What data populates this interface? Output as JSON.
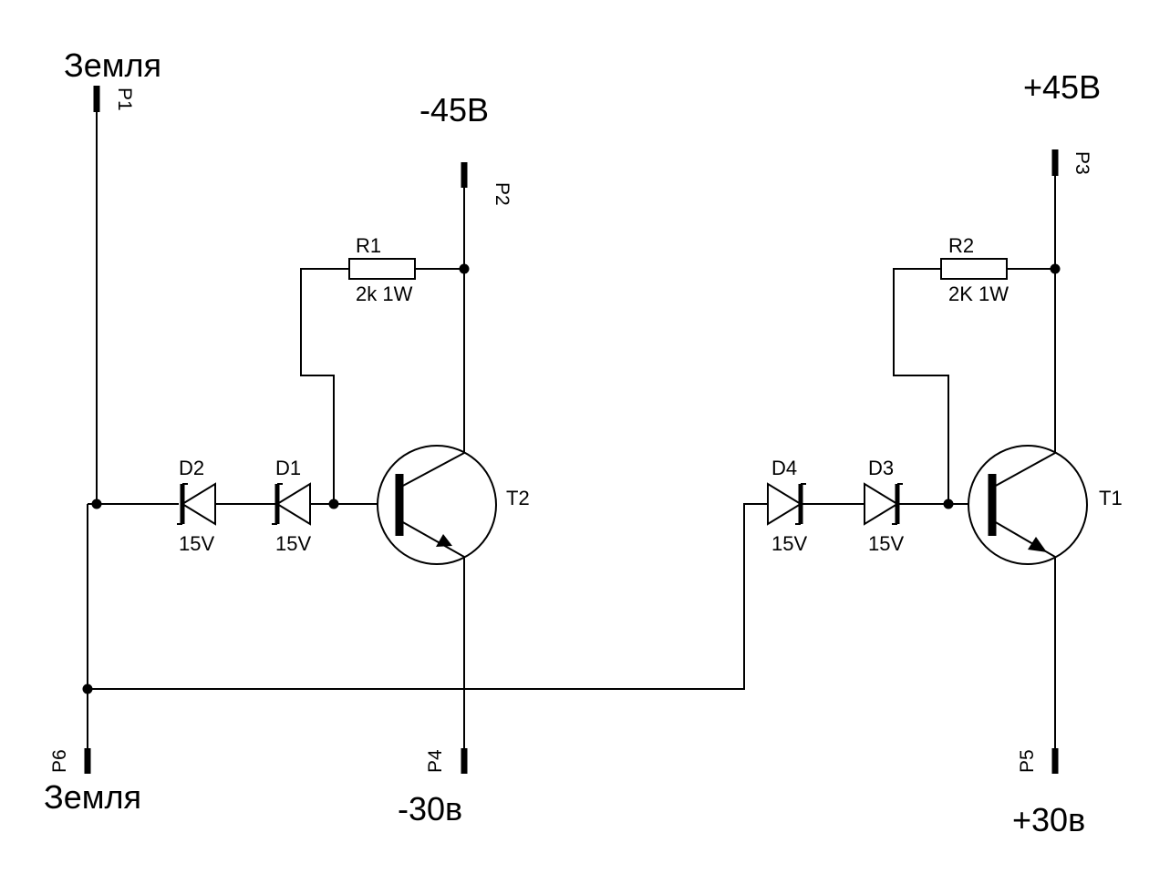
{
  "colors": {
    "ink": "#000000",
    "background": "#ffffff"
  },
  "rails": {
    "ground_top": "Земля",
    "ground_bottom": "Земля",
    "neg45": "-45В",
    "pos45": "+45В",
    "neg30": "-30в",
    "pos30": "+30в"
  },
  "pins": {
    "p1": "P1",
    "p2": "P2",
    "p3": "P3",
    "p4": "P4",
    "p5": "P5",
    "p6": "P6"
  },
  "resistors": {
    "r1": {
      "ref": "R1",
      "value": "2k 1W"
    },
    "r2": {
      "ref": "R2",
      "value": "2K 1W"
    }
  },
  "diodes": {
    "d1": {
      "ref": "D1",
      "value": "15V"
    },
    "d2": {
      "ref": "D2",
      "value": "15V"
    },
    "d3": {
      "ref": "D3",
      "value": "15V"
    },
    "d4": {
      "ref": "D4",
      "value": "15V"
    }
  },
  "transistors": {
    "t1": {
      "ref": "T1"
    },
    "t2": {
      "ref": "T2"
    }
  }
}
